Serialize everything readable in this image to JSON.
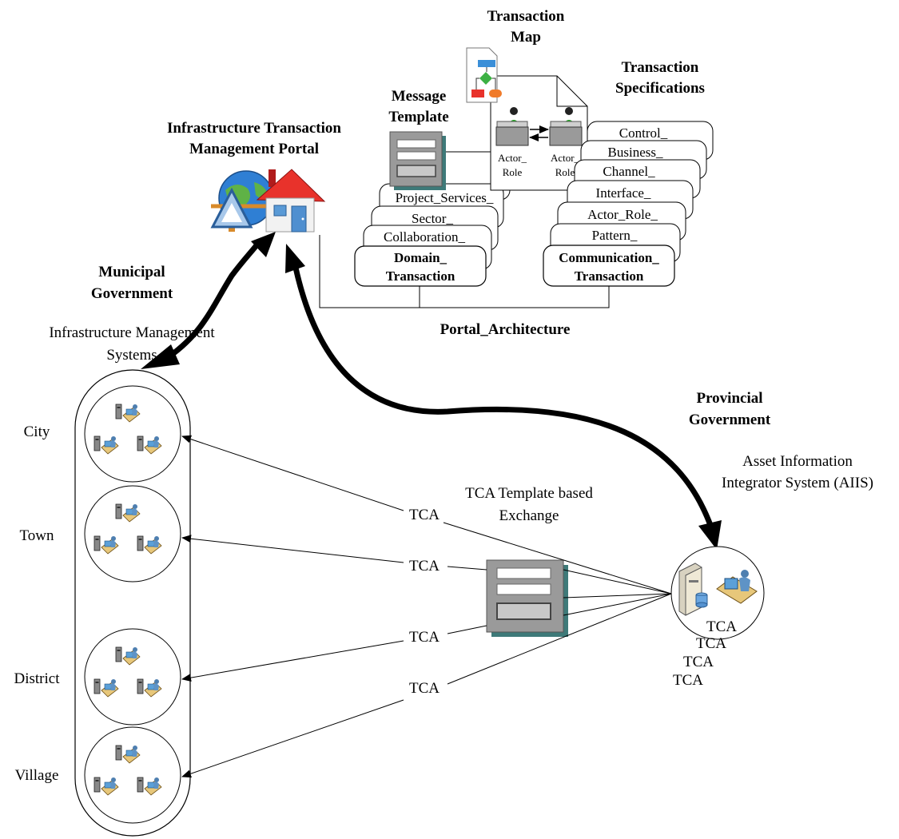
{
  "portal": {
    "title_line1": "Infrastructure Transaction",
    "title_line2": "Management Portal"
  },
  "transaction_map": {
    "line1": "Transaction",
    "line2": "Map",
    "actor_left_line1": "Actor_",
    "actor_left_line2": "Role",
    "actor_right_line1": "Actor_",
    "actor_right_line2": "Role"
  },
  "message_template": {
    "line1": "Message",
    "line2": "Template"
  },
  "transaction_specifications": {
    "line1": "Transaction",
    "line2": "Specifications"
  },
  "domain_stack": {
    "cards": [
      "Project_Services_",
      "Sector_",
      "Collaboration_"
    ],
    "front_line1": "Domain_",
    "front_line2": "Transaction"
  },
  "communication_stack": {
    "cards": [
      "Control_",
      "Business_",
      "Channel_",
      "Interface_",
      "Actor_Role_",
      "Pattern_"
    ],
    "front_line1": "Communication_",
    "front_line2": "Transaction"
  },
  "portal_architecture": "Portal_Architecture",
  "municipal": {
    "line1": "Municipal",
    "line2": "Government",
    "systems_line1": "Infrastructure Management",
    "systems_line2": "Systems",
    "levels": [
      "City",
      "Town",
      "District",
      "Village"
    ]
  },
  "provincial": {
    "line1": "Provincial",
    "line2": "Government",
    "aiis_line1": "Asset Information",
    "aiis_line2": "Integrator System (AIIS)",
    "tca_stack": [
      "TCA",
      "TCA",
      "TCA",
      "TCA"
    ]
  },
  "exchange": {
    "line1": "TCA Template based",
    "line2": "Exchange",
    "tca_labels": [
      "TCA",
      "TCA",
      "TCA",
      "TCA"
    ]
  },
  "colors": {
    "arrow": "#000000",
    "house_roof": "#e8322b",
    "globe": "#2f7fd4",
    "template_gray": "#9a9a9a",
    "template_shadow": "#3e7a79",
    "flow_blue": "#3b8fd8",
    "flow_green": "#3cb043",
    "flow_red": "#e8322b",
    "flow_orange": "#f07b2a",
    "actor_green": "#1fa51f"
  }
}
